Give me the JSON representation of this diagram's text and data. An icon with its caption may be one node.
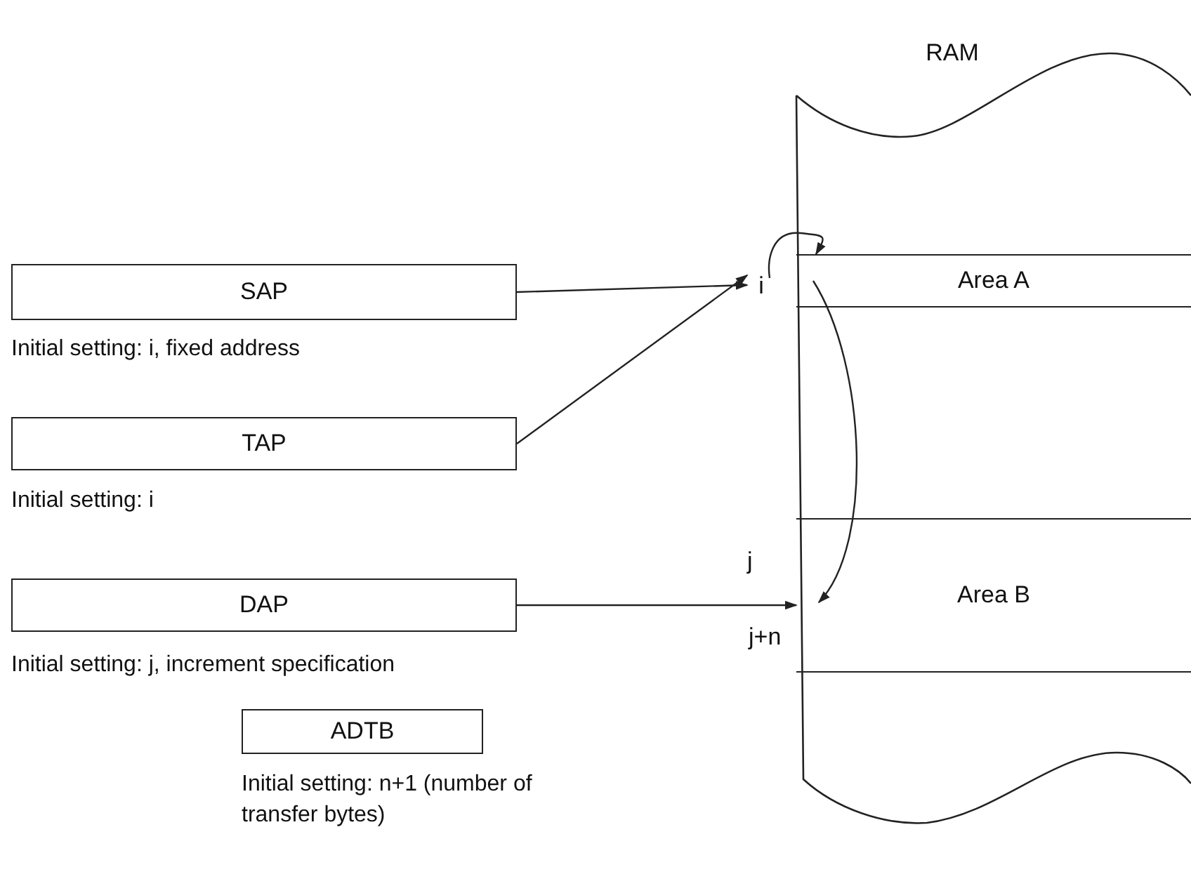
{
  "diagram": {
    "nodes": [
      {
        "text": [
          "SAP"
        ],
        "beside": [
          "Initial setting: i, fixed address"
        ]
      },
      {
        "text": [
          "TAP"
        ],
        "beside": [
          "Initial setting: i"
        ]
      },
      {
        "text": [
          "DAP"
        ],
        "beside": [
          "Initial setting: j, increment specification"
        ]
      },
      {
        "text": [
          "ADTB"
        ],
        "beside": [
          "Initial setting: n+1 (number of transfer bytes)"
        ]
      },
      {
        "text": [
          "RAM"
        ]
      },
      {
        "text": [
          "i"
        ]
      },
      {
        "text": [
          "Area A"
        ],
        "in": 4
      },
      {
        "text": [
          "Area B"
        ],
        "in": 4
      }
    ],
    "edges": [
      {
        "from": 0,
        "to": 5,
        "arrow": "to"
      },
      {
        "from": 1,
        "to": 5,
        "arrow": "to"
      },
      {
        "from": 5,
        "to": 6,
        "arrow": "to"
      },
      {
        "from": 6,
        "to": 7,
        "arrow": "to"
      },
      {
        "from": 2,
        "to": 7,
        "arrow": "to"
      }
    ],
    "labels": [
      "j",
      "j+n"
    ]
  }
}
